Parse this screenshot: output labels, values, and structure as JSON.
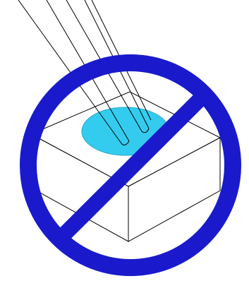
{
  "colors": {
    "background": "#ffffff",
    "outline": "#000000",
    "block_fill": "#ffffff",
    "spot_fill": "#33ccee",
    "prohibition_ring": "#1a1acc",
    "prohibition_slash": "#1a1acc"
  },
  "icons": {
    "sign": "prohibition-sign",
    "object": "cube-block",
    "tool": "tweezers",
    "mark": "liquid-spot"
  }
}
